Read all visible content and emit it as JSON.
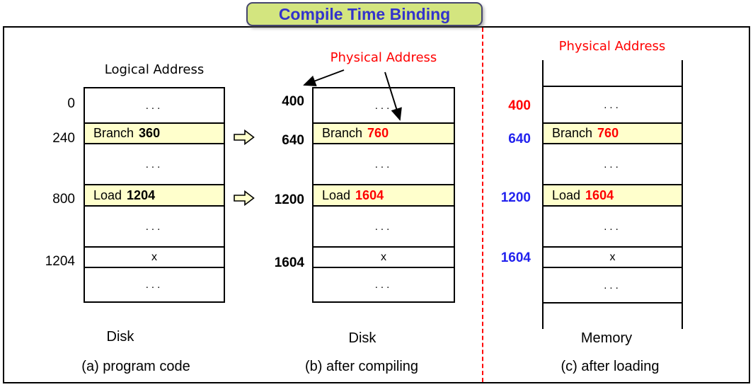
{
  "title": {
    "text": "Compile Time Binding",
    "text_color": "#3333cc",
    "bg_color": "#d3e57f",
    "border_color": "#46466e"
  },
  "colors": {
    "red": "#ff0000",
    "blue": "#2222ee",
    "black": "#000000",
    "row_highlight": "#ffffcc",
    "block_arrow_fill": "#ffffcc",
    "separator_dashed": "#ff0000"
  },
  "panels": [
    {
      "header": {
        "text": "Logical Address",
        "color": "#000000"
      },
      "addresses": [
        {
          "text": "0",
          "color": "#000000"
        },
        {
          "text": "240",
          "color": "#000000"
        },
        {
          "text": "800",
          "color": "#000000"
        },
        {
          "text": "1204",
          "color": "#000000"
        }
      ],
      "rows": [
        {
          "text": "..."
        },
        {
          "label": "Branch",
          "value": "360",
          "value_color": "#000000"
        },
        {
          "text": "..."
        },
        {
          "label": "Load",
          "value": "1204",
          "value_color": "#000000"
        },
        {
          "text": "..."
        },
        {
          "text": "x"
        },
        {
          "text": "..."
        }
      ],
      "device": "Disk",
      "caption": "(a) program code"
    },
    {
      "header": {
        "text": "Physical Address",
        "color": "#ff0000"
      },
      "addresses": [
        {
          "text": "400",
          "color": "#000000"
        },
        {
          "text": "640",
          "color": "#000000"
        },
        {
          "text": "1200",
          "color": "#000000"
        },
        {
          "text": "1604",
          "color": "#000000"
        }
      ],
      "rows": [
        {
          "text": "..."
        },
        {
          "label": "Branch",
          "value": "760",
          "value_color": "#ff0000"
        },
        {
          "text": "..."
        },
        {
          "label": "Load",
          "value": "1604",
          "value_color": "#ff0000"
        },
        {
          "text": "..."
        },
        {
          "text": "x"
        },
        {
          "text": "..."
        }
      ],
      "device": "Disk",
      "caption": "(b) after compiling"
    },
    {
      "header": {
        "text": "Physical Address",
        "color": "#ff0000"
      },
      "addresses": [
        {
          "text": "400",
          "color": "#ff0000"
        },
        {
          "text": "640",
          "color": "#2222ee"
        },
        {
          "text": "1200",
          "color": "#2222ee"
        },
        {
          "text": "1604",
          "color": "#2222ee"
        }
      ],
      "rows": [
        {
          "text": "..."
        },
        {
          "label": "Branch",
          "value": "760",
          "value_color": "#ff0000"
        },
        {
          "text": "..."
        },
        {
          "label": "Load",
          "value": "1604",
          "value_color": "#ff0000"
        },
        {
          "text": "..."
        },
        {
          "text": "x"
        },
        {
          "text": "..."
        }
      ],
      "device": "Memory",
      "caption": "(c) after loading"
    }
  ]
}
